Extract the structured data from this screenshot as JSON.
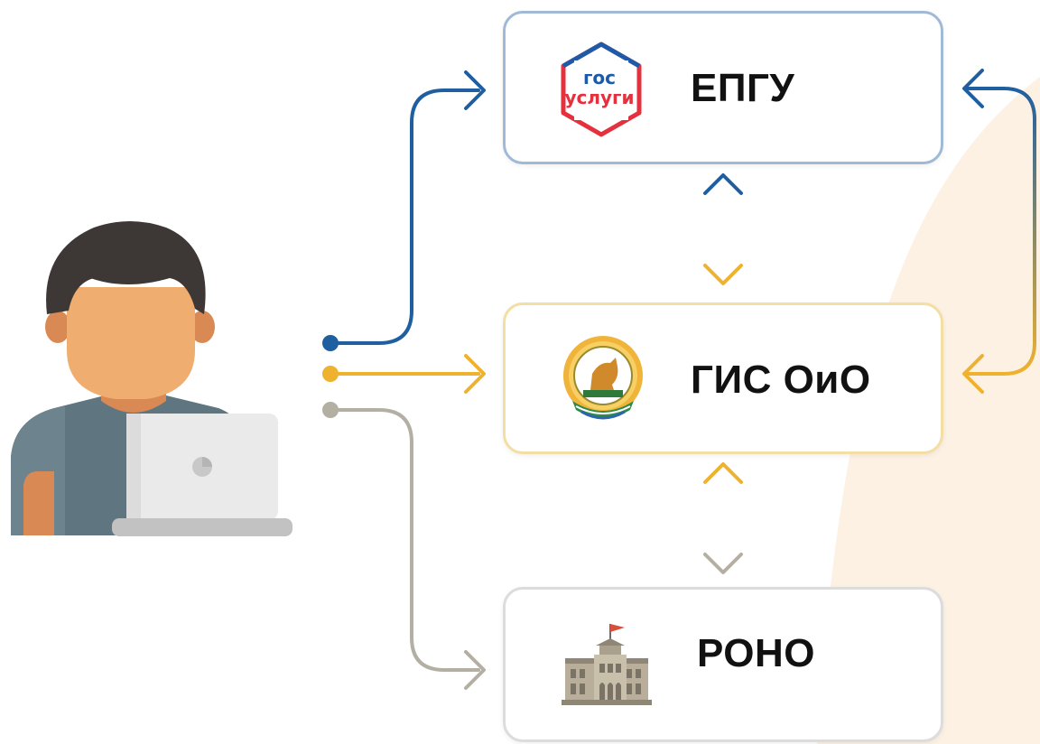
{
  "nodes": {
    "epgu": {
      "label": "ЕПГУ",
      "logo_text_line1": "гос",
      "logo_text_line2": "услуги"
    },
    "gis": {
      "label": "ГИС ОиО"
    },
    "rono": {
      "label": "РОНО"
    }
  },
  "colors": {
    "blue": "#1f5fa0",
    "yellow": "#efb22f",
    "gray": "#b4afa3",
    "cream_bg": "#fdf1e4"
  },
  "icons": [
    "person-with-laptop-icon",
    "gosuslugi-logo-icon",
    "bashkortostan-emblem-icon",
    "government-building-icon"
  ]
}
